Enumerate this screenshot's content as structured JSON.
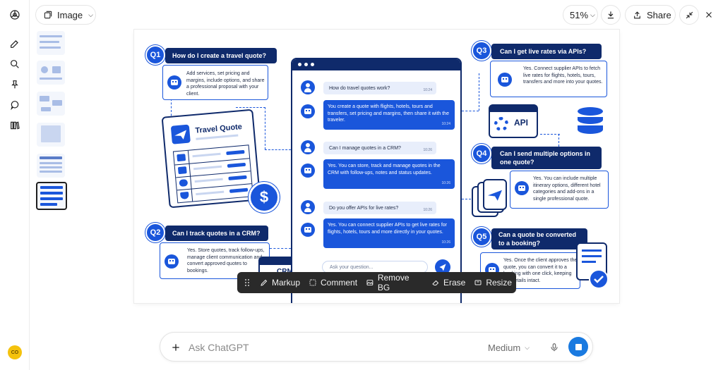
{
  "topbar": {
    "image_label": "Image",
    "zoom": "51%",
    "share_label": "Share"
  },
  "canvas": {
    "q1": {
      "num": "Q1",
      "question": "How do I create a travel quote?",
      "answer": "Add services, set pricing and margins, include options, and share a professional proposal with your client."
    },
    "q2": {
      "num": "Q2",
      "question": "Can I track quotes in a CRM?",
      "answer": "Yes. Store quotes, track follow-ups, manage client communication and convert approved quotes to bookings."
    },
    "q3": {
      "num": "Q3",
      "question": "Can I get live rates via APIs?",
      "answer": "Yes. Connect supplier APIs to fetch live rates for flights, hotels, tours, transfers and more into your quotes."
    },
    "q4": {
      "num": "Q4",
      "question": "Can I send multiple options in one quote?",
      "answer": "Yes. You can include multiple itinerary options, different hotel categories and add-ons in a single professional quote."
    },
    "q5": {
      "num": "Q5",
      "question": "Can a quote be converted to a booking?",
      "answer": "Yes. Once the client approves the quote, you can convert it to a booking with one click, keeping the details intact."
    },
    "travel_quote_title": "Travel Quote",
    "dollar": "$",
    "api_label": "API",
    "crm_label": "CRM",
    "chat": {
      "messages": [
        {
          "from": "user",
          "text": "How do travel quotes work?",
          "time": "10:24"
        },
        {
          "from": "bot",
          "text": "You create a quote with flights, hotels, tours and transfers, set pricing and margins, then share it with the traveler.",
          "time": "10:24"
        },
        {
          "from": "user",
          "text": "Can I manage quotes in a CRM?",
          "time": "10:26"
        },
        {
          "from": "bot",
          "text": "Yes. You can store, track and manage quotes in the CRM with follow-ups, notes and status updates.",
          "time": "10:26"
        },
        {
          "from": "user",
          "text": "Do you offer APIs for live rates?",
          "time": "10:26"
        },
        {
          "from": "bot",
          "text": "Yes. You can connect supplier APIs to get live rates for flights, hotels, tours and more directly in your quotes.",
          "time": "10:26"
        }
      ],
      "input_placeholder": "Ask your question..."
    }
  },
  "toolbar": {
    "markup": "Markup",
    "comment": "Comment",
    "remove_bg": "Remove BG",
    "erase": "Erase",
    "resize": "Resize"
  },
  "composer": {
    "placeholder": "Ask ChatGPT",
    "model": "Medium"
  },
  "user": {
    "initials": "CO"
  },
  "colors": {
    "brand_dark": "#0f2a6b",
    "brand": "#1a56db",
    "toolbar_bg": "#2a2a2a",
    "avatar": "#f4c20d"
  }
}
